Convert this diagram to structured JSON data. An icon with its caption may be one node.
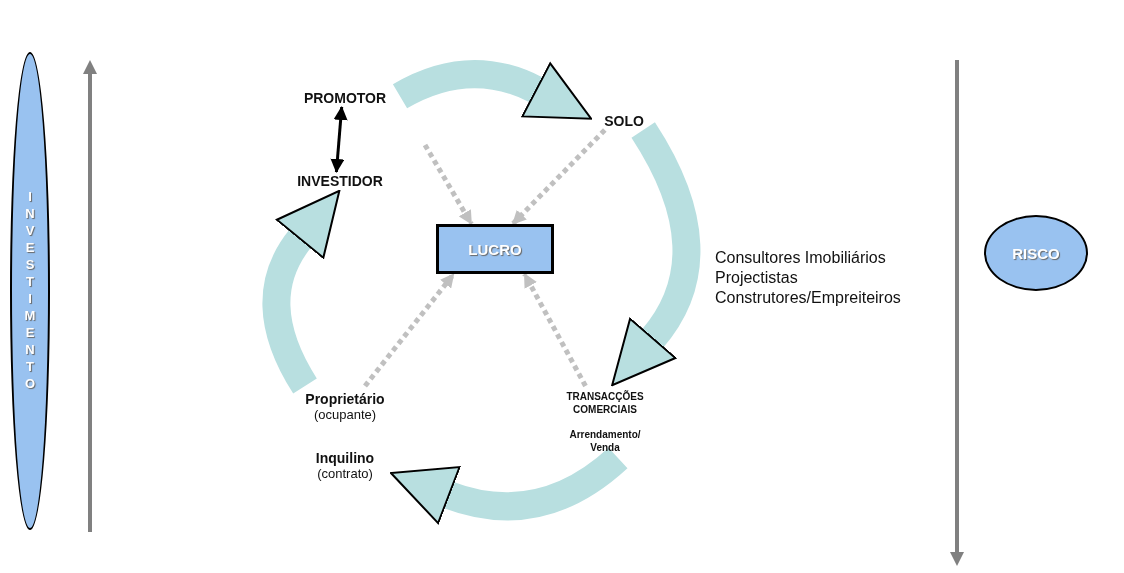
{
  "diagram": {
    "nodes": [
      {
        "text": [
          "INVESTIMENTO"
        ]
      },
      {
        "text": [
          "PROMOTOR"
        ]
      },
      {
        "text": [
          "SOLO"
        ]
      },
      {
        "text": [
          "INVESTIDOR"
        ]
      },
      {
        "text": [
          "LUCRO"
        ]
      },
      {
        "text": [
          "Consultores Imobiliários",
          "Projectistas",
          "Construtores/Empreiteiros"
        ]
      },
      {
        "text": [
          "RISCO"
        ]
      },
      {
        "text": [
          "Proprietário",
          "(ocupante)"
        ]
      },
      {
        "text": [
          "TRANSACÇÕES COMERCIAIS",
          "Arrendamento/ Venda"
        ]
      },
      {
        "text": [
          "Inquilino",
          "(contrato)"
        ]
      }
    ],
    "edges": [
      {
        "from": 1,
        "to": 3,
        "arrow": "both",
        "color": "#000000"
      },
      {
        "from": 1,
        "to": 2,
        "arrow": "to",
        "style": "thick"
      },
      {
        "from": 2,
        "to": 8,
        "arrow": "to",
        "style": "thick"
      },
      {
        "from": 8,
        "to": 9,
        "arrow": "to",
        "style": "thick"
      },
      {
        "from": 7,
        "to": 3,
        "arrow": "to",
        "style": "thick"
      },
      {
        "from": null,
        "to": 4,
        "arrow": "to",
        "style": "dashed",
        "color": "#c0c0c0"
      },
      {
        "from": 2,
        "to": 4,
        "arrow": "to",
        "style": "dashed",
        "color": "#c0c0c0"
      },
      {
        "from": 8,
        "to": 4,
        "arrow": "to",
        "style": "dashed",
        "color": "#c0c0c0"
      },
      {
        "from": 7,
        "to": 4,
        "arrow": "to",
        "style": "dashed",
        "color": "#c0c0c0"
      }
    ]
  }
}
